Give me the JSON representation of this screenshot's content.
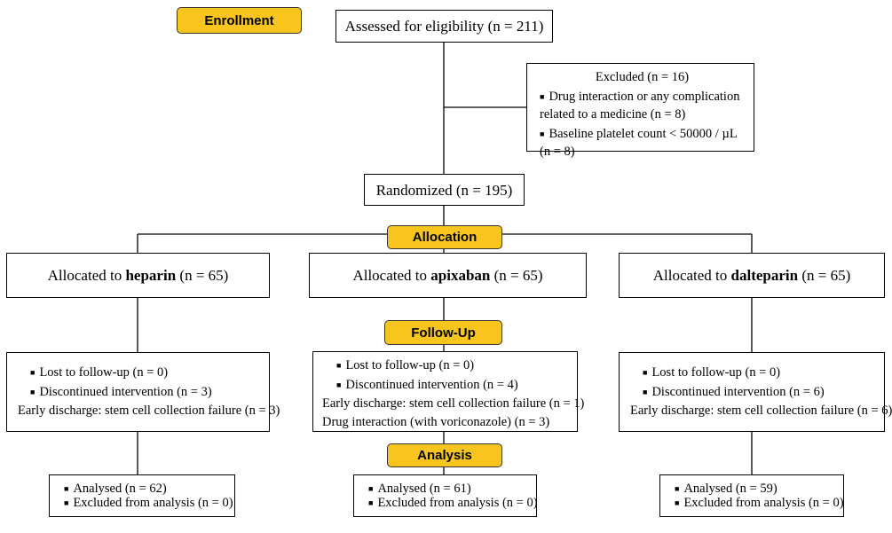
{
  "stages": {
    "enrollment": "Enrollment",
    "allocation": "Allocation",
    "follow_up": "Follow-Up",
    "analysis": "Analysis"
  },
  "assessed": "Assessed for eligibility (n = 211)",
  "excluded": {
    "title": "Excluded (n = 16)",
    "reason1_line1": "Drug interaction or any complication",
    "reason1_line2": "related to a medicine (n = 8)",
    "reason2_line1": "Baseline platelet count < 50000 / µL",
    "reason2_line2": "(n = 8)"
  },
  "randomized": "Randomized (n = 195)",
  "arms": [
    {
      "alloc_prefix": "Allocated to ",
      "drug": "heparin",
      "alloc_suffix": " (n = 65)",
      "followup": [
        "Lost to follow-up (n = 0)",
        "Discontinued intervention (n = 3)",
        "Early discharge: stem cell collection failure (n = 3)"
      ],
      "analysed": "Analysed (n = 62)",
      "excluded_analysis": "Excluded from analysis (n = 0)"
    },
    {
      "alloc_prefix": "Allocated to ",
      "drug": "apixaban",
      "alloc_suffix": " (n = 65)",
      "followup": [
        "Lost to follow-up (n = 0)",
        "Discontinued intervention (n = 4)",
        "Early discharge: stem cell collection failure (n = 1)",
        "Drug interaction (with voriconazole) (n = 3)"
      ],
      "analysed": "Analysed (n = 61)",
      "excluded_analysis": "Excluded from analysis (n = 0)"
    },
    {
      "alloc_prefix": "Allocated to ",
      "drug": "dalteparin",
      "alloc_suffix": " (n = 65)",
      "followup": [
        "Lost to follow-up (n = 0)",
        "Discontinued intervention (n = 6)",
        "Early discharge: stem cell collection failure (n = 6)"
      ],
      "analysed": "Analysed (n = 59)",
      "excluded_analysis": "Excluded from analysis (n = 0)"
    }
  ]
}
